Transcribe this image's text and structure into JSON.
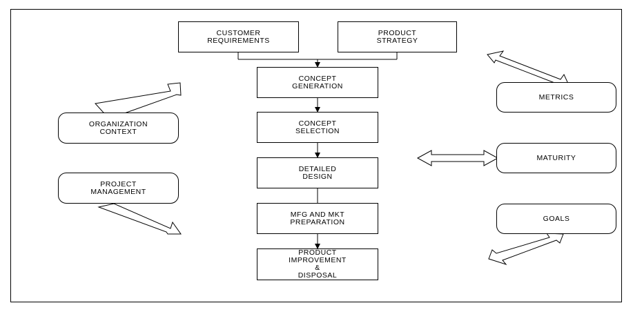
{
  "process": {
    "customer_requirements": "CUSTOMER\nREQUIREMENTS",
    "product_strategy": "PRODUCT\nSTRATEGY",
    "concept_generation": "CONCEPT\nGENERATION",
    "concept_selection": "CONCEPT\nSELECTION",
    "detailed_design": "DETAILED\nDESIGN",
    "mfg_mkt_preparation": "MFG AND MKT\nPREPARATION",
    "product_improvement": "PRODUCT\nIMPROVEMENT\n&\nDISPOSAL"
  },
  "left": {
    "organization_context": "ORGANIZATION\nCONTEXT",
    "project_management": "PROJECT\nMANAGEMENT"
  },
  "right": {
    "metrics": "METRICS",
    "maturity": "MATURITY",
    "goals": "GOALS"
  },
  "colors": {
    "line": "#000000",
    "fill": "#ffffff"
  }
}
